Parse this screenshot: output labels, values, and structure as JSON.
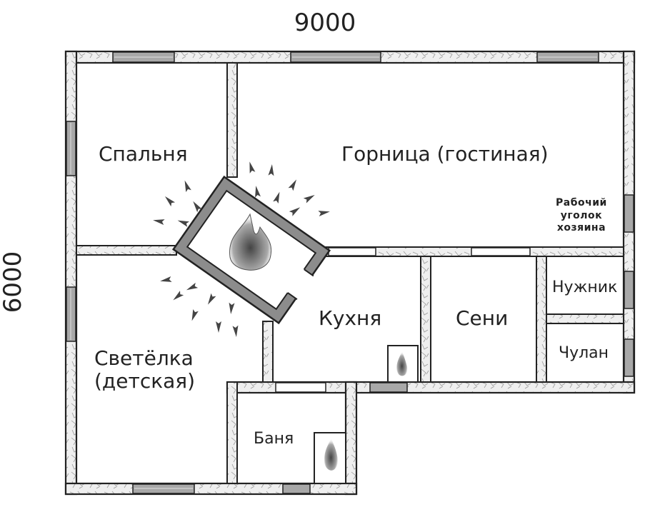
{
  "dimensions": {
    "width_label": "9000",
    "height_label": "6000"
  },
  "rooms": {
    "bedroom": "Спальня",
    "living_room": "Горница (гостиная)",
    "work_corner": [
      "Рабочий",
      "уголок",
      "хозяина"
    ],
    "kids_room": [
      "Светёлка",
      "(детская)"
    ],
    "kitchen": "Кухня",
    "entry_hall": "Сени",
    "toilet": "Нужник",
    "pantry": "Чулан",
    "bathhouse": "Баня"
  },
  "colors": {
    "wall_outline": "#222222",
    "wall_fill": "#e6e6e6",
    "window_fill": "#9a9a9a",
    "stove_fill": "#8c8c8c",
    "text": "#222222"
  }
}
